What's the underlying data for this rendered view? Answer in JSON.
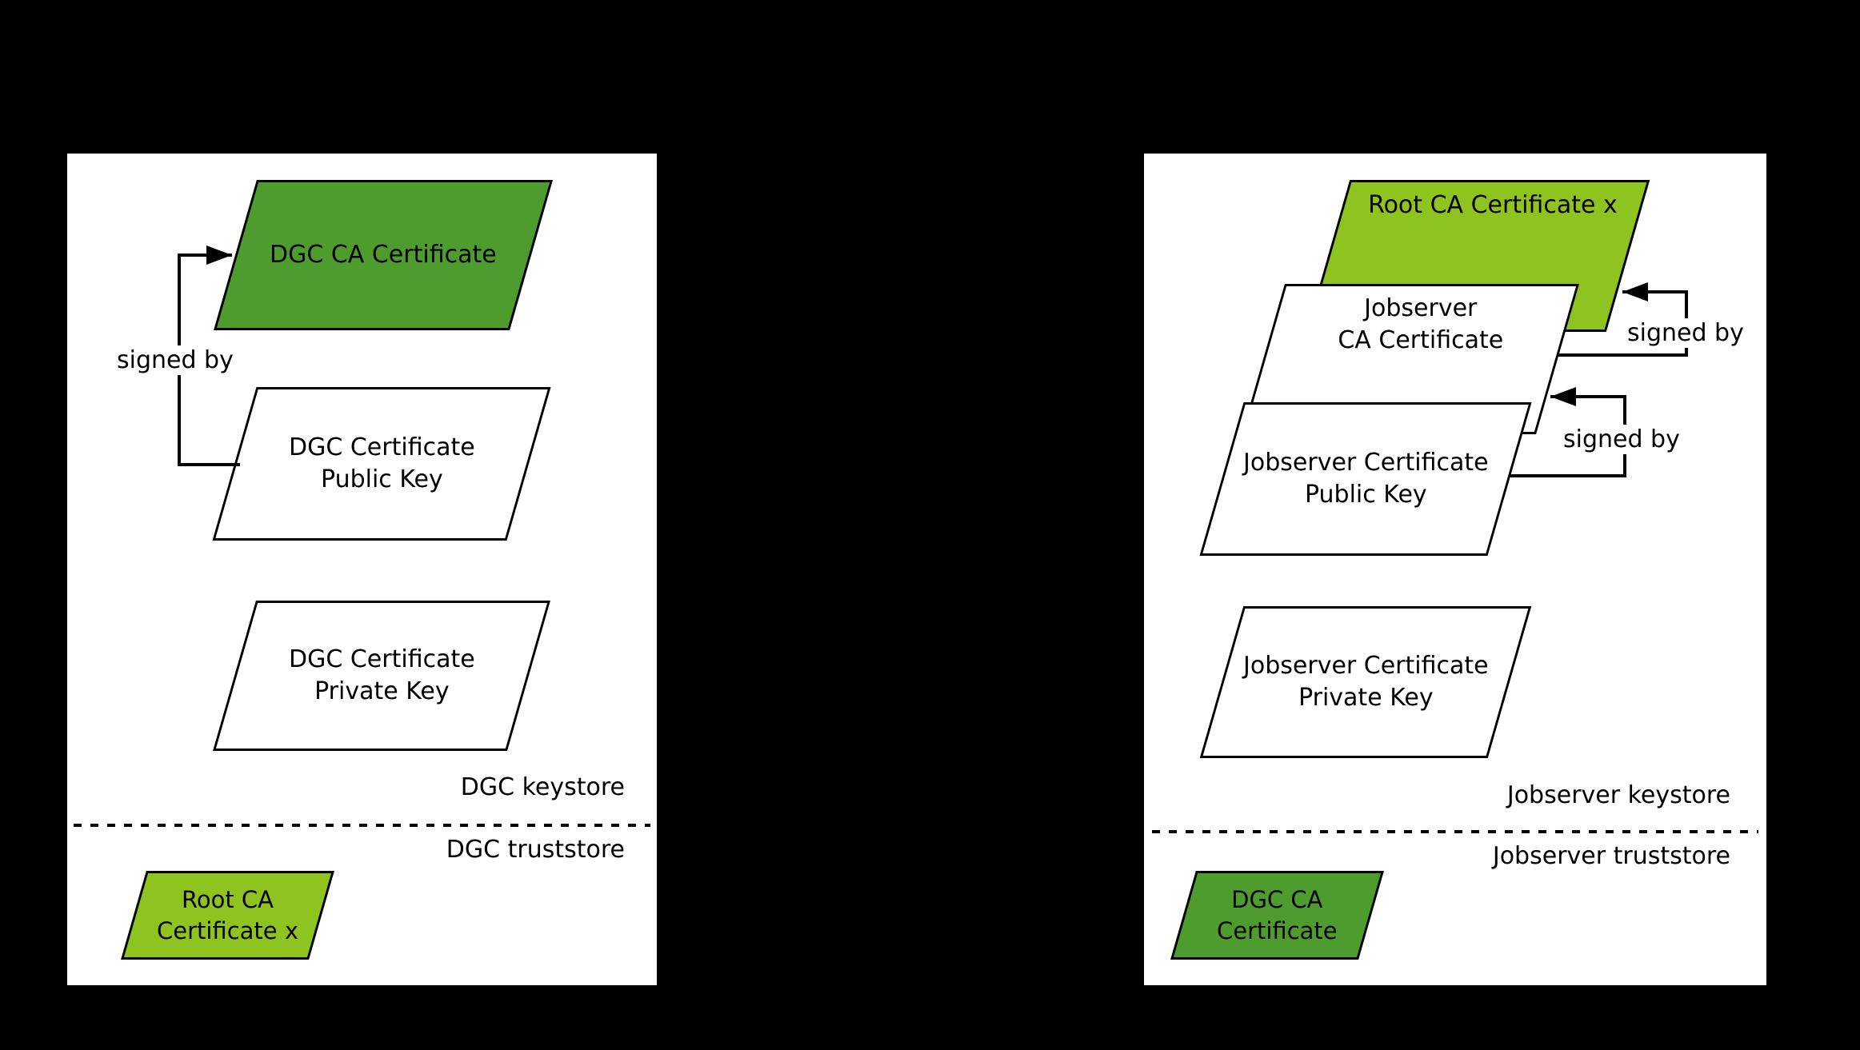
{
  "colors": {
    "background": "#000000",
    "panel": "#ffffff",
    "stroke": "#000000",
    "dark_green": "#4e9c2d",
    "light_green": "#8ec320"
  },
  "dgc": {
    "ca_certificate": "DGC CA Certificate",
    "certificate_public_key": [
      "DGC Certificate",
      "Public Key"
    ],
    "certificate_private_key": [
      "DGC Certificate",
      "Private Key"
    ],
    "signed_by": "signed by",
    "keystore": "DGC keystore",
    "truststore": "DGC truststore",
    "root_ca_certificate": [
      "Root CA",
      "Certificate x"
    ]
  },
  "jobserver": {
    "root_ca_certificate": "Root CA Certificate x",
    "ca_certificate": [
      "Jobserver",
      "CA Certificate"
    ],
    "certificate_public_key": [
      "Jobserver Certificate",
      "Public Key"
    ],
    "certificate_private_key": [
      "Jobserver Certificate",
      "Private Key"
    ],
    "signed_by_root": "signed by",
    "signed_by_ca": "signed by",
    "keystore": "Jobserver keystore",
    "truststore": "Jobserver truststore",
    "dgc_ca_certificate": [
      "DGC CA",
      "Certificate"
    ]
  }
}
